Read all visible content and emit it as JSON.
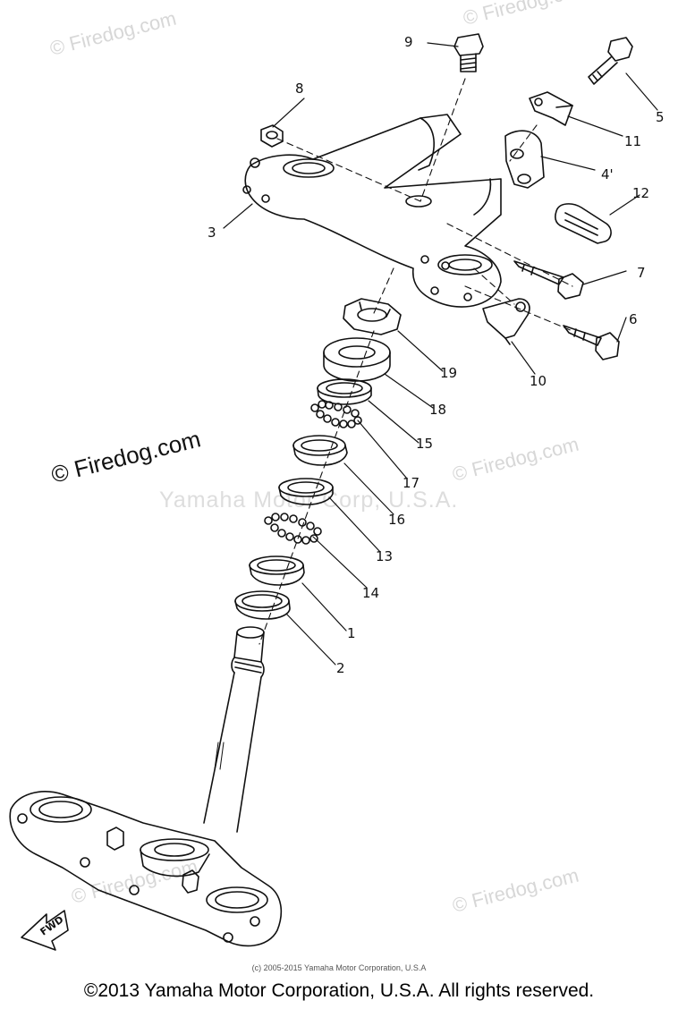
{
  "watermarks": {
    "firedog": "© Firedog.com",
    "yamaha": "Yamaha Motor Corp, U.S.A."
  },
  "fwd_label": "FWD",
  "part_labels": {
    "p1": "1",
    "p2": "2",
    "p3": "3",
    "p4": "4'",
    "p5": "5",
    "p6": "6",
    "p7": "7",
    "p8": "8",
    "p9": "9",
    "p10": "10",
    "p11": "11",
    "p12": "12",
    "p13": "13",
    "p14": "14",
    "p15": "15",
    "p16": "16",
    "p17": "17",
    "p18": "18",
    "p19": "19"
  },
  "footer": {
    "small_copyright": "(c) 2005-2015 Yamaha Motor Corporation, U.S.A",
    "main_copyright": "©2013 Yamaha Motor Corporation, U.S.A. All rights reserved."
  }
}
